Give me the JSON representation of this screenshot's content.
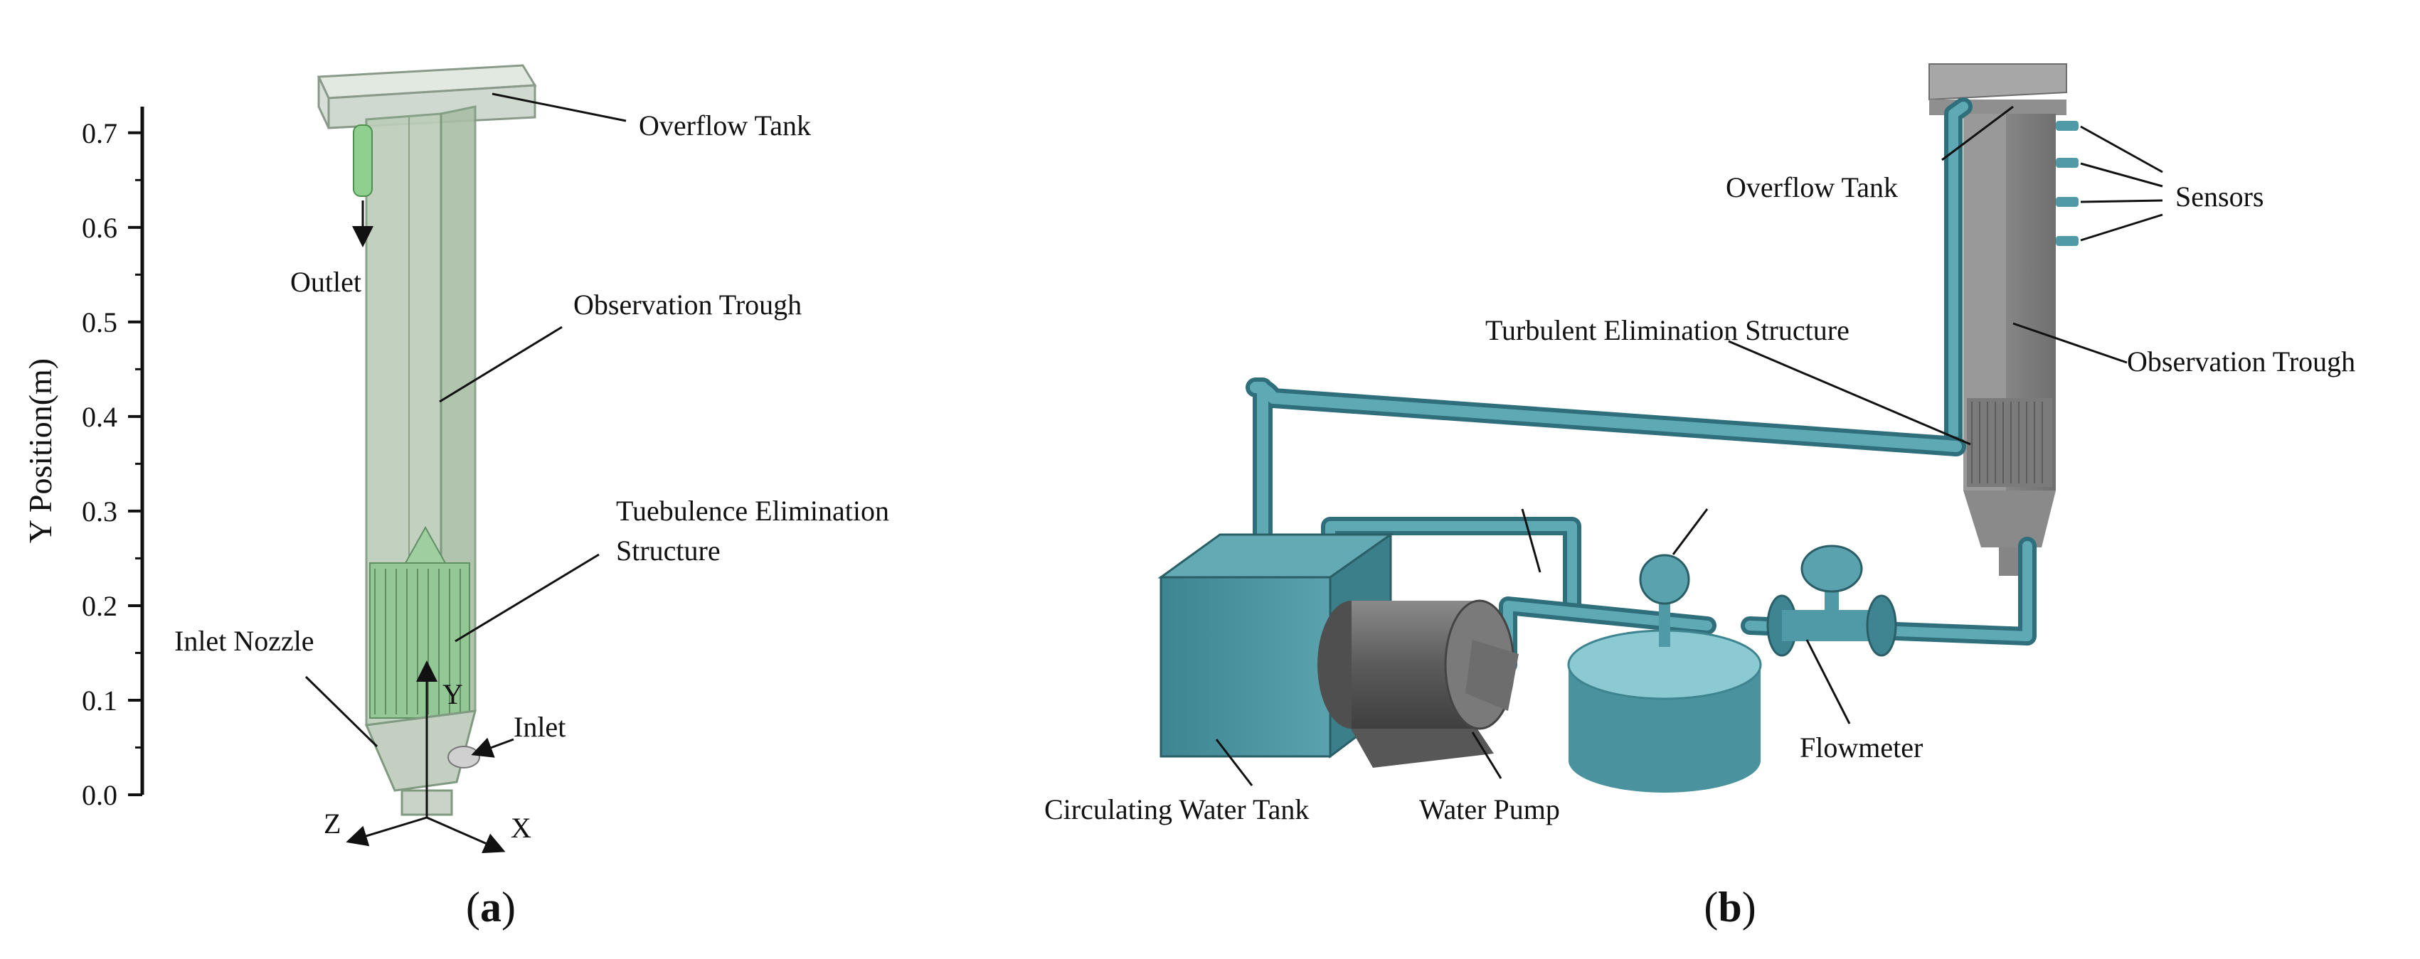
{
  "panel_a": {
    "axis": {
      "title": "Y Position(m)",
      "ticks": [
        "0.0",
        "0.1",
        "0.2",
        "0.3",
        "0.4",
        "0.5",
        "0.6",
        "0.7"
      ]
    },
    "labels": {
      "overflow_tank": "Overflow Tank",
      "outlet": "Outlet",
      "observation_trough": "Observation Trough",
      "turbulence_line1": "Tuebulence Elimination",
      "turbulence_line2": "Structure",
      "inlet_nozzle": "Inlet Nozzle",
      "inlet": "Inlet",
      "axis_x": "X",
      "axis_y": "Y",
      "axis_z": "Z"
    },
    "caption_open": "(",
    "caption_letter": "a",
    "caption_close": ")"
  },
  "panel_b": {
    "labels": {
      "overflow_tank": "Overflow Tank",
      "sensors": "Sensors",
      "turbulent_elimination": "Turbulent Elimination Structure",
      "observation_trough": "Observation Trough",
      "circulating_water_tank": "Circulating Water Tank",
      "water_pump": "Water Pump",
      "flowmeter": "Flowmeter"
    },
    "caption_open": "(",
    "caption_letter": "b",
    "caption_close": ")"
  },
  "colors": {
    "trough_green": "#b9ccb6",
    "trough_edge": "#7f9a80",
    "turbulence_green": "#8fc590",
    "pipe_teal": "#4f9aa6",
    "pipe_dark": "#2e6f7b",
    "tank_teal": "#4b909b",
    "pump_grey": "#6b6b6b",
    "trough_grey": "#8b8b8b"
  }
}
